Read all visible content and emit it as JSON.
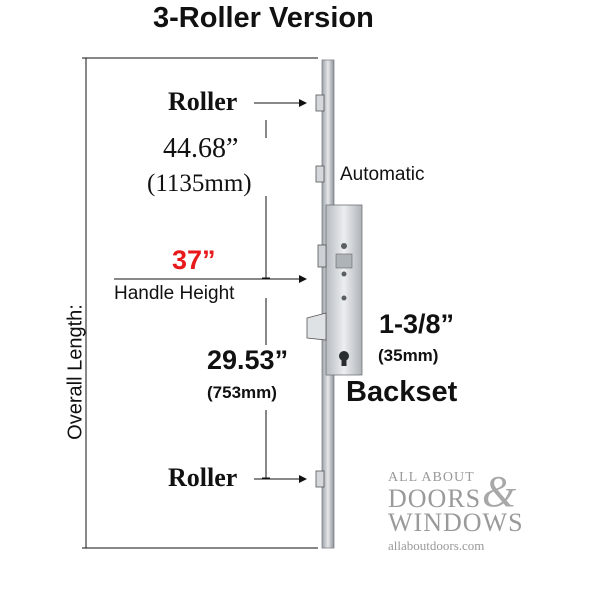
{
  "title": "3-Roller Version",
  "labels": {
    "roller_top": "Roller",
    "dim_top_in": "44.68”",
    "dim_top_mm": "(1135mm)",
    "automatic": "Automatic",
    "handle_height_value": "37”",
    "handle_height_label": "Handle Height",
    "backset_in": "1-3/8”",
    "backset_mm": "(35mm)",
    "backset_label": "Backset",
    "dim_bottom_in": "29.53”",
    "dim_bottom_mm": "(753mm)",
    "roller_bottom": "Roller",
    "overall_length": "Overall Length:"
  },
  "logo": {
    "line1": "ALL ABOUT",
    "line2": "DOORS",
    "amp": "&",
    "line3": "WINDOWS",
    "url": "allaboutdoors.com"
  },
  "colors": {
    "highlight": "#e8191b",
    "text": "#111111",
    "logo": "#9a9a9a",
    "hardware": "#c8ccd0"
  }
}
